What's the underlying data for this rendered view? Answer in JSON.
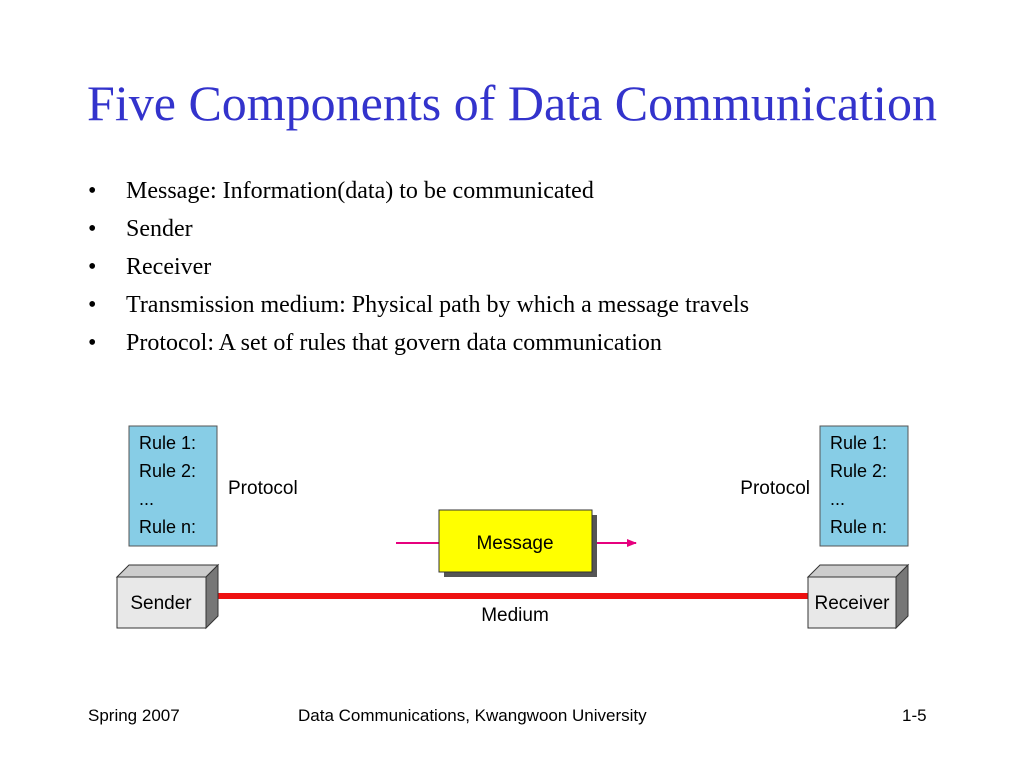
{
  "slide": {
    "title": "Five Components of Data Communication",
    "bullets": [
      "Message: Information(data) to be communicated",
      "Sender",
      "Receiver",
      "Transmission medium: Physical path by which a message travels",
      "Protocol: A set of rules that govern data communication"
    ]
  },
  "diagram": {
    "left_rules": [
      "Rule 1:",
      "Rule 2:",
      "...",
      "Rule n:"
    ],
    "right_rules": [
      "Rule 1:",
      "Rule 2:",
      "...",
      "Rule n:"
    ],
    "left_protocol_label": "Protocol",
    "right_protocol_label": "Protocol",
    "message_label": "Message",
    "sender_label": "Sender",
    "receiver_label": "Receiver",
    "medium_label": "Medium",
    "colors": {
      "rule_box": "#87cde6",
      "message_box": "#ffff00",
      "arrow": "#e6007e",
      "medium": "#ee1111",
      "device_front": "#e8e8e8",
      "device_side": "#777777"
    }
  },
  "footer": {
    "left": "Spring 2007",
    "center": "Data Communications, Kwangwoon University",
    "right": "1-5"
  }
}
